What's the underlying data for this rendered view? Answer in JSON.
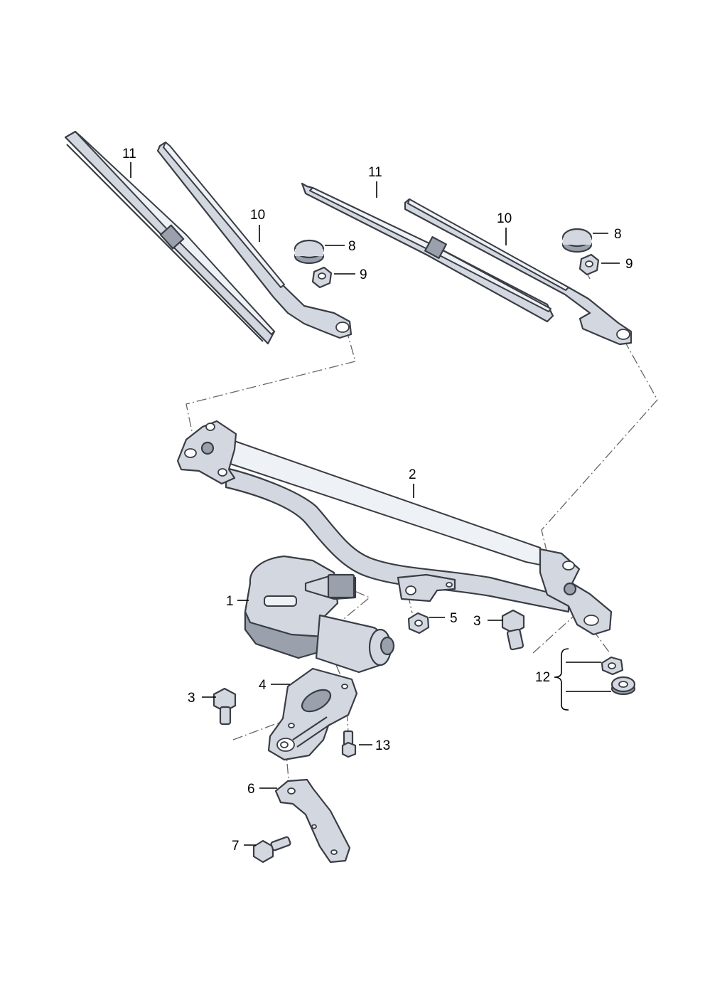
{
  "callouts": {
    "c1": "1",
    "c2": "2",
    "c3a": "3",
    "c3b": "3",
    "c4": "4",
    "c5": "5",
    "c6": "6",
    "c7": "7",
    "c8a": "8",
    "c8b": "8",
    "c9a": "9",
    "c9b": "9",
    "c10a": "10",
    "c10b": "10",
    "c11a": "11",
    "c11b": "11",
    "c12": "12",
    "c13": "13"
  }
}
